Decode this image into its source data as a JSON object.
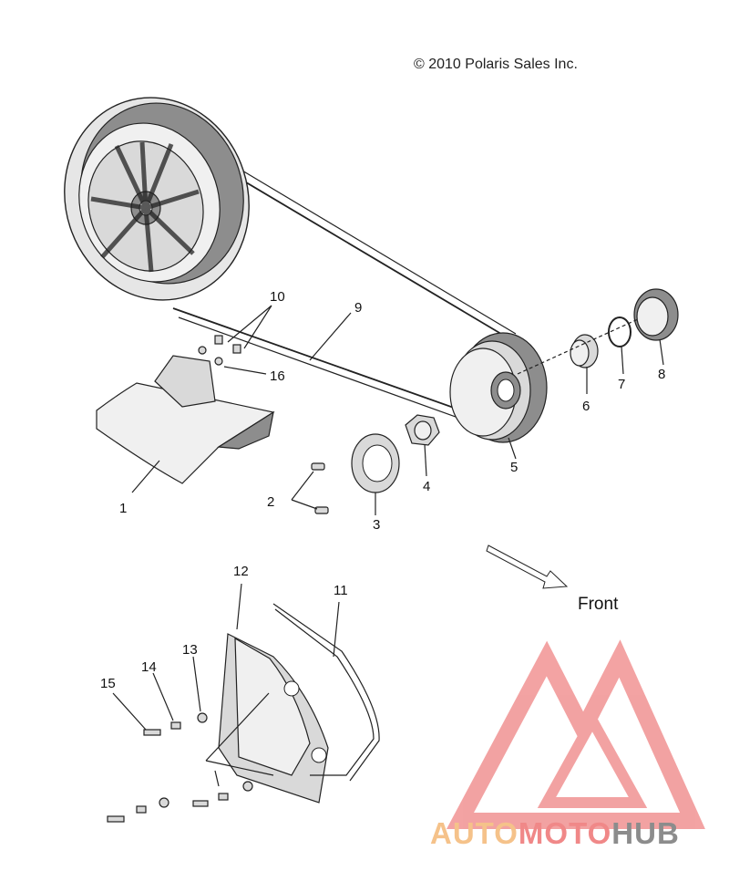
{
  "copyright": "© 2010 Polaris Sales Inc.",
  "direction_label": "Front",
  "callouts": [
    "1",
    "2",
    "3",
    "4",
    "5",
    "6",
    "7",
    "8",
    "9",
    "10",
    "11",
    "12",
    "13",
    "14",
    "15",
    "16"
  ],
  "watermark": {
    "text_parts": [
      "AUTO",
      "MOTO",
      "HUB"
    ],
    "colors": [
      "#f5c28a",
      "#f08888",
      "#8c8c8c"
    ]
  }
}
